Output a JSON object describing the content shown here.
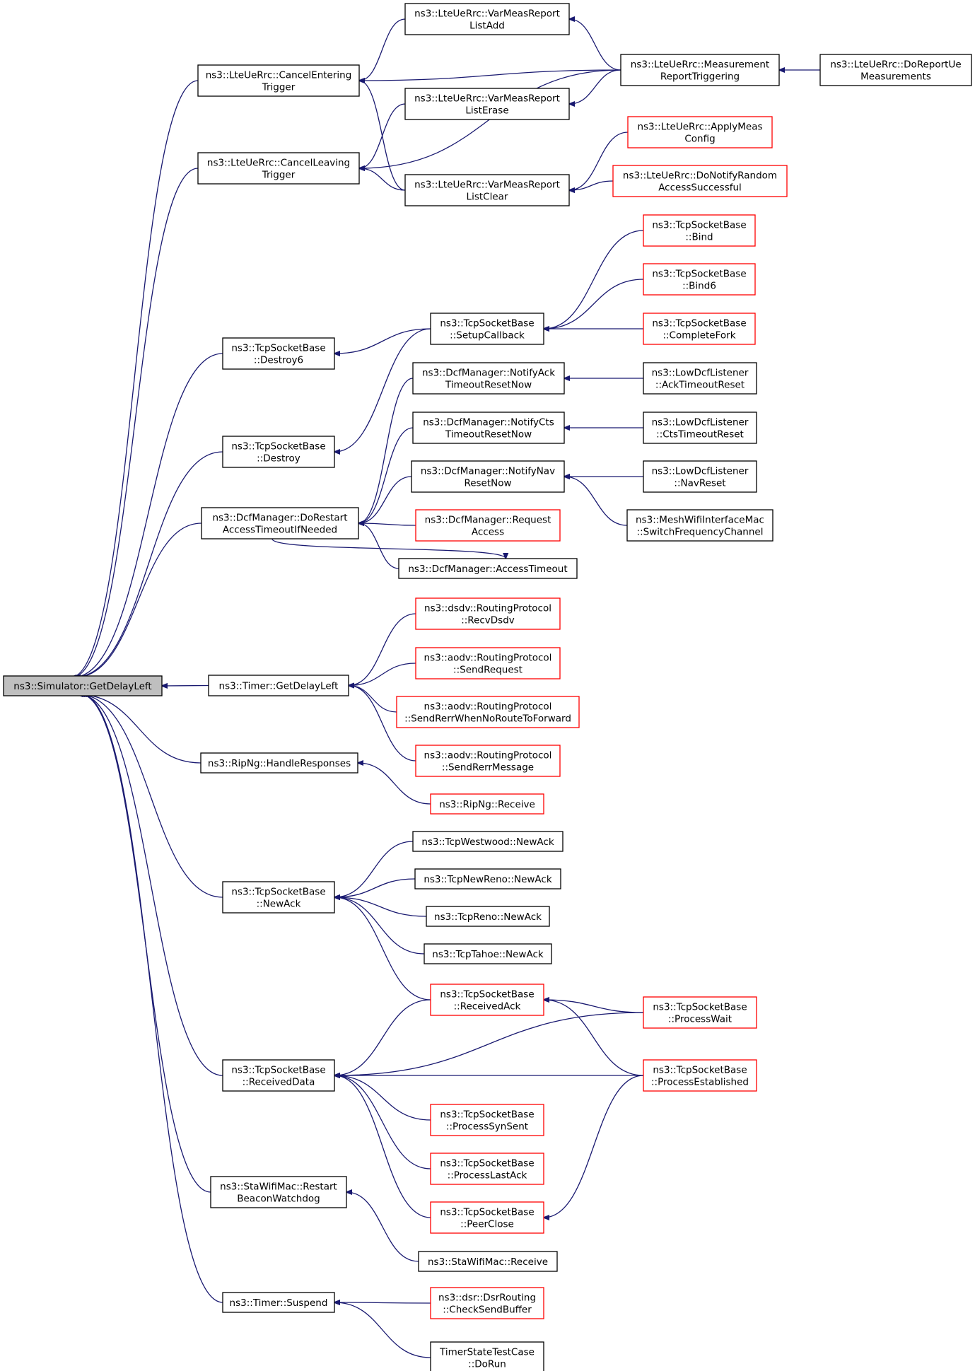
{
  "colors": {
    "edge": "#191970",
    "border": "#000000",
    "external_border": "#ff0000",
    "root_fill": "#bfbfbf",
    "background": "#ffffff"
  },
  "nodes": [
    {
      "id": "root",
      "lines": [
        "ns3::Simulator::GetDelayLeft"
      ],
      "style": "root"
    },
    {
      "id": "cancelEntering",
      "lines": [
        "ns3::LteUeRrc::CancelEntering",
        "Trigger"
      ],
      "style": "normal"
    },
    {
      "id": "cancelLeaving",
      "lines": [
        "ns3::LteUeRrc::CancelLeaving",
        "Trigger"
      ],
      "style": "normal"
    },
    {
      "id": "destroy6",
      "lines": [
        "ns3::TcpSocketBase",
        "::Destroy6"
      ],
      "style": "normal"
    },
    {
      "id": "destroy",
      "lines": [
        "ns3::TcpSocketBase",
        "::Destroy"
      ],
      "style": "normal"
    },
    {
      "id": "doRestart",
      "lines": [
        "ns3::DcfManager::DoRestart",
        "AccessTimeoutIfNeeded"
      ],
      "style": "normal"
    },
    {
      "id": "timerGetDelay",
      "lines": [
        "ns3::Timer::GetDelayLeft"
      ],
      "style": "normal"
    },
    {
      "id": "ripHandle",
      "lines": [
        "ns3::RipNg::HandleResponses"
      ],
      "style": "normal"
    },
    {
      "id": "newAck",
      "lines": [
        "ns3::TcpSocketBase",
        "::NewAck"
      ],
      "style": "normal"
    },
    {
      "id": "receivedData",
      "lines": [
        "ns3::TcpSocketBase",
        "::ReceivedData"
      ],
      "style": "normal"
    },
    {
      "id": "restartBeacon",
      "lines": [
        "ns3::StaWifiMac::Restart",
        "BeaconWatchdog"
      ],
      "style": "normal"
    },
    {
      "id": "timerSuspend",
      "lines": [
        "ns3::Timer::Suspend"
      ],
      "style": "normal"
    },
    {
      "id": "listAdd",
      "lines": [
        "ns3::LteUeRrc::VarMeasReport",
        "ListAdd"
      ],
      "style": "normal"
    },
    {
      "id": "listErase",
      "lines": [
        "ns3::LteUeRrc::VarMeasReport",
        "ListErase"
      ],
      "style": "normal"
    },
    {
      "id": "listClear",
      "lines": [
        "ns3::LteUeRrc::VarMeasReport",
        "ListClear"
      ],
      "style": "normal"
    },
    {
      "id": "measTrig",
      "lines": [
        "ns3::LteUeRrc::Measurement",
        "ReportTriggering"
      ],
      "style": "normal"
    },
    {
      "id": "doReportUe",
      "lines": [
        "ns3::LteUeRrc::DoReportUe",
        "Measurements"
      ],
      "style": "normal"
    },
    {
      "id": "applyMeas",
      "lines": [
        "ns3::LteUeRrc::ApplyMeas",
        "Config"
      ],
      "style": "external"
    },
    {
      "id": "doNotifyRandom",
      "lines": [
        "ns3::LteUeRrc::DoNotifyRandom",
        "AccessSuccessful"
      ],
      "style": "external"
    },
    {
      "id": "setupCallback",
      "lines": [
        "ns3::TcpSocketBase",
        "::SetupCallback"
      ],
      "style": "normal"
    },
    {
      "id": "bind",
      "lines": [
        "ns3::TcpSocketBase",
        "::Bind"
      ],
      "style": "external"
    },
    {
      "id": "bind6",
      "lines": [
        "ns3::TcpSocketBase",
        "::Bind6"
      ],
      "style": "external"
    },
    {
      "id": "completeFork",
      "lines": [
        "ns3::TcpSocketBase",
        "::CompleteFork"
      ],
      "style": "external"
    },
    {
      "id": "notifyAck",
      "lines": [
        "ns3::DcfManager::NotifyAck",
        "TimeoutResetNow"
      ],
      "style": "normal"
    },
    {
      "id": "notifyCts",
      "lines": [
        "ns3::DcfManager::NotifyCts",
        "TimeoutResetNow"
      ],
      "style": "normal"
    },
    {
      "id": "notifyNav",
      "lines": [
        "ns3::DcfManager::NotifyNav",
        "ResetNow"
      ],
      "style": "normal"
    },
    {
      "id": "requestAccess",
      "lines": [
        "ns3::DcfManager::Request",
        "Access"
      ],
      "style": "external"
    },
    {
      "id": "accessTimeout",
      "lines": [
        "ns3::DcfManager::AccessTimeout"
      ],
      "style": "normal"
    },
    {
      "id": "ackTimeoutReset",
      "lines": [
        "ns3::LowDcfListener",
        "::AckTimeoutReset"
      ],
      "style": "normal"
    },
    {
      "id": "ctsTimeoutReset",
      "lines": [
        "ns3::LowDcfListener",
        "::CtsTimeoutReset"
      ],
      "style": "normal"
    },
    {
      "id": "navReset",
      "lines": [
        "ns3::LowDcfListener",
        "::NavReset"
      ],
      "style": "normal"
    },
    {
      "id": "switchFreq",
      "lines": [
        "ns3::MeshWifiInterfaceMac",
        "::SwitchFrequencyChannel"
      ],
      "style": "normal"
    },
    {
      "id": "recvDsdv",
      "lines": [
        "ns3::dsdv::RoutingProtocol",
        "::RecvDsdv"
      ],
      "style": "external"
    },
    {
      "id": "sendRequest",
      "lines": [
        "ns3::aodv::RoutingProtocol",
        "::SendRequest"
      ],
      "style": "external"
    },
    {
      "id": "sendRerrNoRoute",
      "lines": [
        "ns3::aodv::RoutingProtocol",
        "::SendRerrWhenNoRouteToForward"
      ],
      "style": "external"
    },
    {
      "id": "sendRerrMsg",
      "lines": [
        "ns3::aodv::RoutingProtocol",
        "::SendRerrMessage"
      ],
      "style": "external"
    },
    {
      "id": "ripReceive",
      "lines": [
        "ns3::RipNg::Receive"
      ],
      "style": "external"
    },
    {
      "id": "westwood",
      "lines": [
        "ns3::TcpWestwood::NewAck"
      ],
      "style": "normal"
    },
    {
      "id": "newReno",
      "lines": [
        "ns3::TcpNewReno::NewAck"
      ],
      "style": "normal"
    },
    {
      "id": "reno",
      "lines": [
        "ns3::TcpReno::NewAck"
      ],
      "style": "normal"
    },
    {
      "id": "tahoe",
      "lines": [
        "ns3::TcpTahoe::NewAck"
      ],
      "style": "normal"
    },
    {
      "id": "receivedAck",
      "lines": [
        "ns3::TcpSocketBase",
        "::ReceivedAck"
      ],
      "style": "external"
    },
    {
      "id": "processWait",
      "lines": [
        "ns3::TcpSocketBase",
        "::ProcessWait"
      ],
      "style": "external"
    },
    {
      "id": "processEst",
      "lines": [
        "ns3::TcpSocketBase",
        "::ProcessEstablished"
      ],
      "style": "external"
    },
    {
      "id": "processSynSent",
      "lines": [
        "ns3::TcpSocketBase",
        "::ProcessSynSent"
      ],
      "style": "external"
    },
    {
      "id": "processLastAck",
      "lines": [
        "ns3::TcpSocketBase",
        "::ProcessLastAck"
      ],
      "style": "external"
    },
    {
      "id": "peerClose",
      "lines": [
        "ns3::TcpSocketBase",
        "::PeerClose"
      ],
      "style": "external"
    },
    {
      "id": "staReceive",
      "lines": [
        "ns3::StaWifiMac::Receive"
      ],
      "style": "normal"
    },
    {
      "id": "checkSendBuffer",
      "lines": [
        "ns3::dsr::DsrRouting",
        "::CheckSendBuffer"
      ],
      "style": "external"
    },
    {
      "id": "doRun",
      "lines": [
        "TimerStateTestCase",
        "::DoRun"
      ],
      "style": "normal"
    }
  ],
  "edges": [
    [
      "root",
      "cancelEntering"
    ],
    [
      "root",
      "cancelLeaving"
    ],
    [
      "root",
      "destroy6"
    ],
    [
      "root",
      "destroy"
    ],
    [
      "root",
      "doRestart"
    ],
    [
      "root",
      "timerGetDelay"
    ],
    [
      "root",
      "ripHandle"
    ],
    [
      "root",
      "newAck"
    ],
    [
      "root",
      "receivedData"
    ],
    [
      "root",
      "restartBeacon"
    ],
    [
      "root",
      "timerSuspend"
    ],
    [
      "cancelEntering",
      "listAdd"
    ],
    [
      "cancelEntering",
      "measTrig"
    ],
    [
      "cancelEntering",
      "listClear"
    ],
    [
      "cancelLeaving",
      "listErase"
    ],
    [
      "cancelLeaving",
      "measTrig"
    ],
    [
      "cancelLeaving",
      "listClear"
    ],
    [
      "listAdd",
      "measTrig"
    ],
    [
      "listErase",
      "measTrig"
    ],
    [
      "measTrig",
      "doReportUe"
    ],
    [
      "listClear",
      "applyMeas"
    ],
    [
      "listClear",
      "doNotifyRandom"
    ],
    [
      "destroy6",
      "setupCallback"
    ],
    [
      "destroy",
      "setupCallback"
    ],
    [
      "setupCallback",
      "bind"
    ],
    [
      "setupCallback",
      "bind6"
    ],
    [
      "setupCallback",
      "completeFork"
    ],
    [
      "doRestart",
      "notifyAck"
    ],
    [
      "doRestart",
      "notifyCts"
    ],
    [
      "doRestart",
      "notifyNav"
    ],
    [
      "doRestart",
      "requestAccess"
    ],
    [
      "doRestart",
      "accessTimeout"
    ],
    [
      "accessTimeout",
      "doRestart"
    ],
    [
      "notifyAck",
      "ackTimeoutReset"
    ],
    [
      "notifyCts",
      "ctsTimeoutReset"
    ],
    [
      "notifyNav",
      "navReset"
    ],
    [
      "notifyNav",
      "switchFreq"
    ],
    [
      "timerGetDelay",
      "recvDsdv"
    ],
    [
      "timerGetDelay",
      "sendRequest"
    ],
    [
      "timerGetDelay",
      "sendRerrNoRoute"
    ],
    [
      "timerGetDelay",
      "sendRerrMsg"
    ],
    [
      "ripHandle",
      "ripReceive"
    ],
    [
      "newAck",
      "westwood"
    ],
    [
      "newAck",
      "newReno"
    ],
    [
      "newAck",
      "reno"
    ],
    [
      "newAck",
      "tahoe"
    ],
    [
      "newAck",
      "receivedAck"
    ],
    [
      "receivedAck",
      "processWait"
    ],
    [
      "receivedAck",
      "processEst"
    ],
    [
      "receivedData",
      "receivedAck"
    ],
    [
      "receivedData",
      "processWait"
    ],
    [
      "receivedData",
      "processEst"
    ],
    [
      "receivedData",
      "processSynSent"
    ],
    [
      "receivedData",
      "processLastAck"
    ],
    [
      "receivedData",
      "peerClose"
    ],
    [
      "peerClose",
      "processEst"
    ],
    [
      "restartBeacon",
      "staReceive"
    ],
    [
      "timerSuspend",
      "checkSendBuffer"
    ],
    [
      "timerSuspend",
      "doRun"
    ]
  ]
}
